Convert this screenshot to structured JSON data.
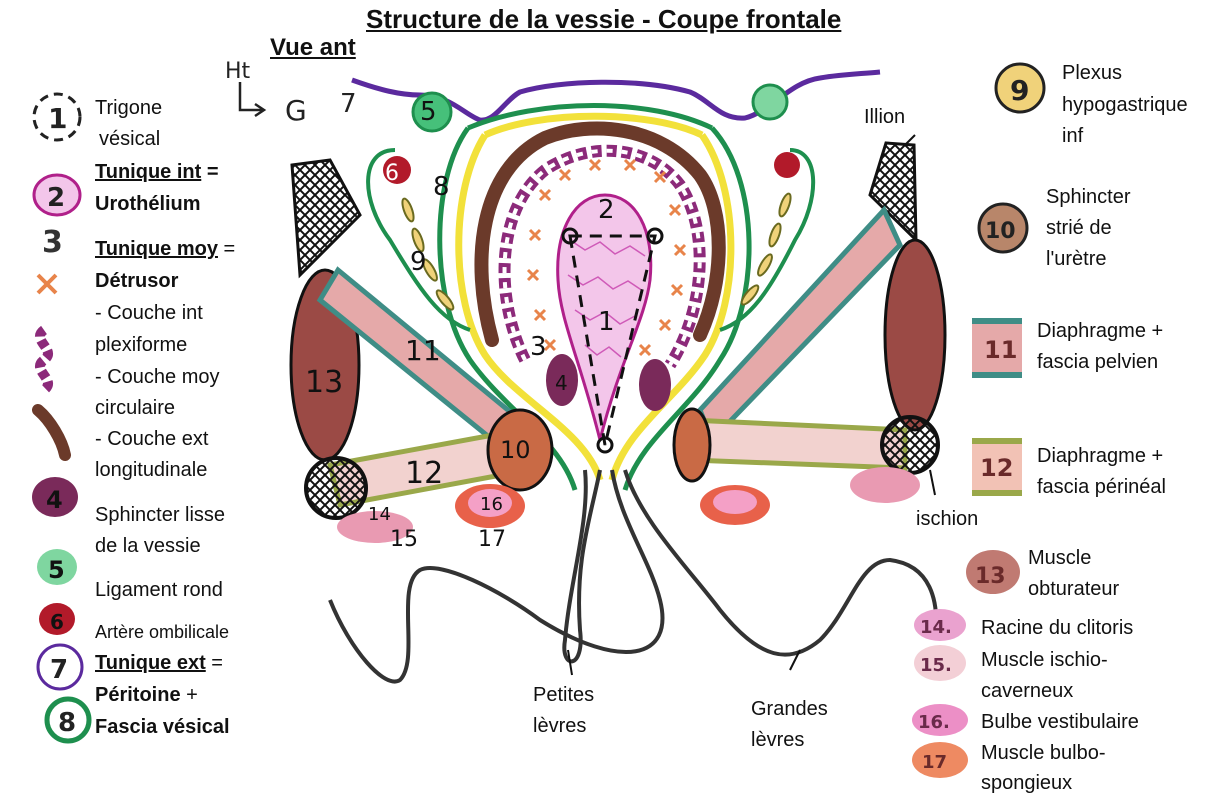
{
  "title": "Structure de la vessie - Coupe frontale",
  "subtitle": "Vue ant",
  "orientation_mark": "Ht G 7",
  "colors": {
    "peritoine": "#5b2a9e",
    "fascia": "#1e8f4e",
    "yellow": "#f2e13a",
    "detrusor_int": "#8c2a7a",
    "detrusor_long": "#6b3a2a",
    "urothelium": "#f3c6ea",
    "sphincter_lisse": "#7a2a5a",
    "ligament_rond": "#46c07a",
    "artere": "#b21a2a",
    "muscle": "#9b4a45",
    "diaphragme": "#e5a9a9",
    "teal": "#3f8d86",
    "olive": "#9aa84a",
    "orange_x": "#e8844a",
    "plexus": "#f0d27a"
  },
  "legend_left": {
    "l1": "Trigone",
    "l1b": "vésical",
    "l2a": "Tunique int",
    "l2b": " =",
    "l2c": "Urothélium",
    "l3a": "Tunique moy",
    "l3b": " =",
    "l3c": "Détrusor",
    "l3d": "- Couche int",
    "l3e": "plexiforme",
    "l3f": "- Couche moy",
    "l3g": "circulaire",
    "l3h": "- Couche ext",
    "l3i": "longitudinale",
    "l4a": "Sphincter lisse",
    "l4b": "de la vessie",
    "l5": "Ligament rond",
    "l6": "Artère ombilicale",
    "l7a": "Tunique ext",
    "l7b": " =",
    "l7c": "Péritoine",
    "l7d": " +",
    "l8": "Fascia vésical"
  },
  "legend_right": {
    "r9a": "Plexus",
    "r9b": "hypogastrique",
    "r9c": "inf",
    "r10a": "Sphincter",
    "r10b": "strié de",
    "r10c": "l'urètre",
    "r11a": "Diaphragme +",
    "r11b": "fascia pelvien",
    "r12a": "Diaphragme +",
    "r12b": "fascia périnéal",
    "r13a": "Muscle",
    "r13b": "obturateur",
    "r14": "Racine du clitoris",
    "r15a": "Muscle ischio-",
    "r15b": "caverneux",
    "r16": "Bulbe vestibulaire",
    "r17a": "Muscle bulbo-",
    "r17b": "spongieux"
  },
  "badges": {
    "n1": "1",
    "n2": "2",
    "n3": "3",
    "n4": "4",
    "n5": "5",
    "n6": "6",
    "n7": "7",
    "n8": "8",
    "n9": "9",
    "n10": "10",
    "n11": "11",
    "n12": "12",
    "n13": "13",
    "n14": "14.",
    "n15": "15.",
    "n16": "16.",
    "n17": "17"
  },
  "diagram_labels": {
    "illion": "Illion",
    "ischion": "ischion",
    "petites_a": "Petites",
    "petites_b": "lèvres",
    "grandes_a": "Grandes",
    "grandes_b": "lèvres",
    "d1": "1",
    "d2": "2",
    "d3": "3",
    "d4": "4",
    "d5": "5",
    "d6": "6",
    "d8": "8",
    "d9": "9",
    "d10": "10",
    "d11": "11",
    "d12": "12",
    "d13": "13",
    "d14": "14",
    "d15": "15",
    "d16": "16",
    "d17": "17"
  }
}
